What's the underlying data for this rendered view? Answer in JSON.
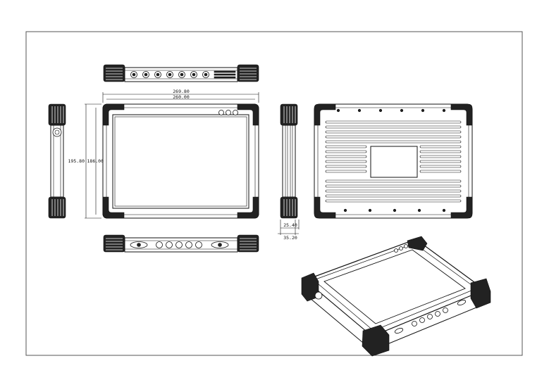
{
  "drawing": {
    "dimensions": {
      "overall_width": "269.80",
      "inner_width": "260.00",
      "overall_height": "195.80",
      "inner_height": "186.00",
      "side_depth": "25.40",
      "side_depth_total": "35.20"
    },
    "colors": {
      "line": "#111111",
      "frame": "#555555",
      "fill_dark": "#222222",
      "background": "#ffffff"
    }
  }
}
